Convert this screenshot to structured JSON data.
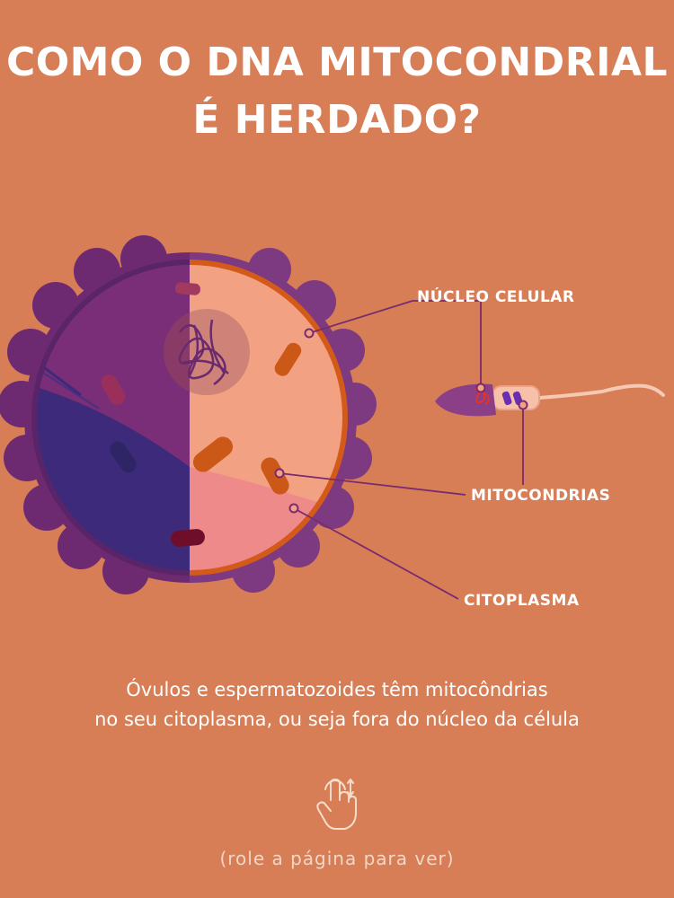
{
  "title": {
    "line1": "COMO O DNA MITOCONDRIAL",
    "line2": "É HERDADO?"
  },
  "diagram": {
    "labels": {
      "nucleus": "NÚCLEO CELULAR",
      "mitochondria": "MITOCONDRIAS",
      "cytoplasm": "CITOPLASMA"
    },
    "colors": {
      "background": "#d77e56",
      "egg_left_half": "#7a2e78",
      "egg_dark_region": "#3d2a7a",
      "egg_right_half": "#f2a283",
      "egg_outline": "#d45a1a",
      "cytoplasm_pink": "#ee8a8a",
      "mitochondria": "#cc5818",
      "label_line": "#7a2b6e"
    }
  },
  "caption": {
    "line1": "Óvulos e espermatozoides têm mitocôndrias",
    "line2": "no seu citoplasma, ou seja fora do núcleo da célula"
  },
  "scroll_hint": "(role a página para ver)"
}
